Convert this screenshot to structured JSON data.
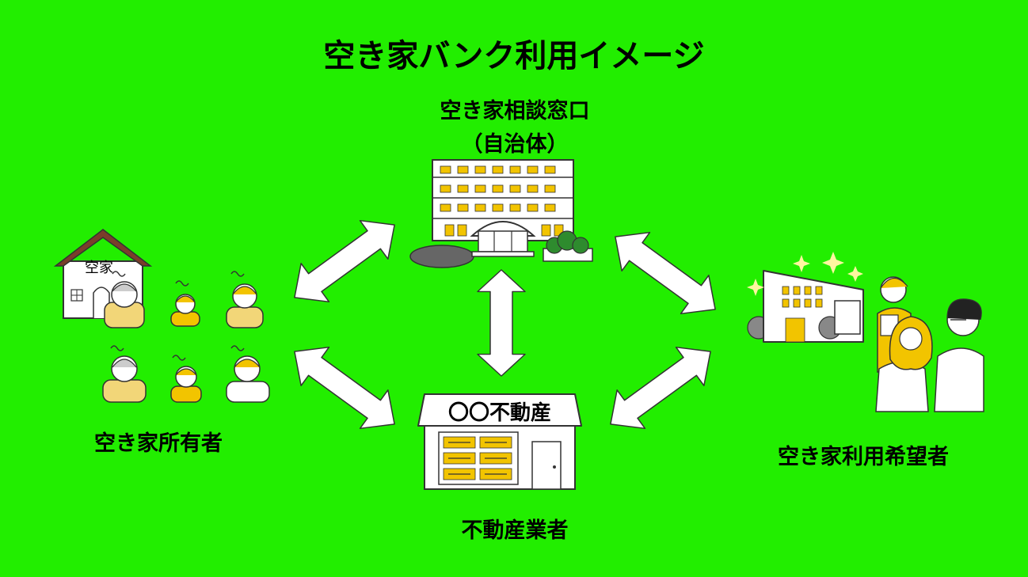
{
  "title": "空き家バンク利用イメージ",
  "nodes": {
    "consultation": {
      "line1": "空き家相談窓口",
      "line2": "（自治体）"
    },
    "owner": {
      "label": "空き家所有者",
      "house_sign": "空家"
    },
    "user": {
      "label": "空き家利用希望者"
    },
    "agent": {
      "label": "不動産業者",
      "shop_sign": "〇〇不動産"
    }
  },
  "colors": {
    "background": "#22EE00",
    "accent_yellow": "#F2C400",
    "arrow_fill": "#FFFFFF",
    "roof_brown": "#7A3E2A"
  }
}
